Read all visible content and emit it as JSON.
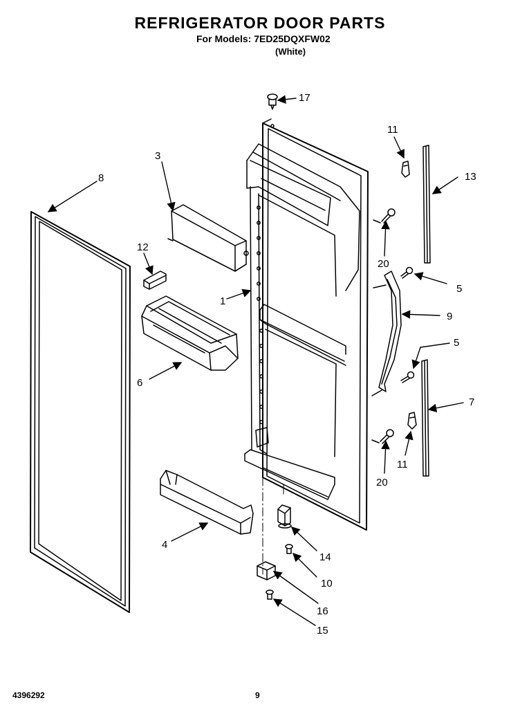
{
  "header": {
    "title": "REFRIGERATOR DOOR PARTS",
    "models_line": "For Models: 7ED25DQXFW02",
    "color_note": "(White)"
  },
  "footer": {
    "doc_number": "4396292",
    "page_number": "9"
  },
  "callouts": [
    {
      "key": "c17",
      "label": "17"
    },
    {
      "key": "c11a",
      "label": "11"
    },
    {
      "key": "c3",
      "label": "3"
    },
    {
      "key": "c8",
      "label": "8"
    },
    {
      "key": "c13",
      "label": "13"
    },
    {
      "key": "c12",
      "label": "12"
    },
    {
      "key": "c20a",
      "label": "20"
    },
    {
      "key": "c5a",
      "label": "5"
    },
    {
      "key": "c1",
      "label": "1"
    },
    {
      "key": "c9",
      "label": "9"
    },
    {
      "key": "c5b",
      "label": "5"
    },
    {
      "key": "c6",
      "label": "6"
    },
    {
      "key": "c7",
      "label": "7"
    },
    {
      "key": "c11b",
      "label": "11"
    },
    {
      "key": "c20b",
      "label": "20"
    },
    {
      "key": "c4",
      "label": "4"
    },
    {
      "key": "c14",
      "label": "14"
    },
    {
      "key": "c10",
      "label": "10"
    },
    {
      "key": "c16",
      "label": "16"
    },
    {
      "key": "c15",
      "label": "15"
    }
  ]
}
